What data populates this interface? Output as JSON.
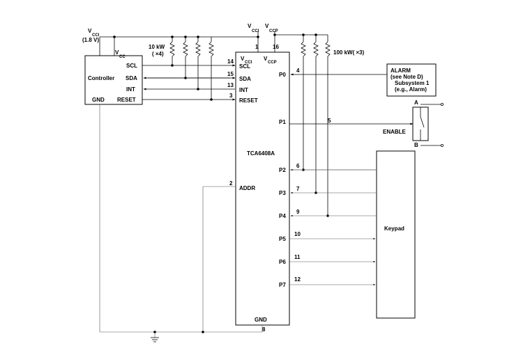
{
  "supplies": {
    "vcci_left": "V",
    "vcci_left_sub": "CCI",
    "vcci_left_volt": "(1.8 V)",
    "vcci_top": "V",
    "vcci_top_sub": "CCI",
    "vccp_top": "V",
    "vccp_top_sub": "CCP"
  },
  "resistors": {
    "pullup_label": "10 kW",
    "pullup_count": "( ×4)",
    "port_label": "100 kW( ×3)"
  },
  "controller": {
    "title": "Controller",
    "vcc": "V",
    "vcc_sub": "CC",
    "pins": [
      "SCL",
      "SDA",
      "INT",
      "RESET"
    ],
    "gnd": "GND"
  },
  "ic": {
    "name": "TCA6408A",
    "vcci": "V",
    "vcci_sub": "CCI",
    "vccp": "V",
    "vccp_sub": "CCP",
    "pin_vcci": "1",
    "pin_vccp": "16",
    "left_pins": [
      {
        "num": "14",
        "name": "SCL"
      },
      {
        "num": "15",
        "name": "SDA"
      },
      {
        "num": "13",
        "name": "INT"
      },
      {
        "num": "3",
        "name": "RESET"
      },
      {
        "num": "2",
        "name": "ADDR"
      }
    ],
    "right_pins": [
      {
        "num": "4",
        "name": "P0"
      },
      {
        "num": "5",
        "name": "P1"
      },
      {
        "num": "6",
        "name": "P2"
      },
      {
        "num": "7",
        "name": "P3"
      },
      {
        "num": "9",
        "name": "P4"
      },
      {
        "num": "10",
        "name": "P5"
      },
      {
        "num": "11",
        "name": "P6"
      },
      {
        "num": "12",
        "name": "P7"
      }
    ],
    "gnd": "GND",
    "gnd_pin": "8"
  },
  "alarm": {
    "line1": "ALARM",
    "line2": "(see Note D)",
    "line3": "Subsystem 1",
    "line4": "(e.g., Alarm)"
  },
  "switch": {
    "label": "ENABLE",
    "a": "A",
    "b": "B"
  },
  "keypad": {
    "label": "Keypad"
  }
}
